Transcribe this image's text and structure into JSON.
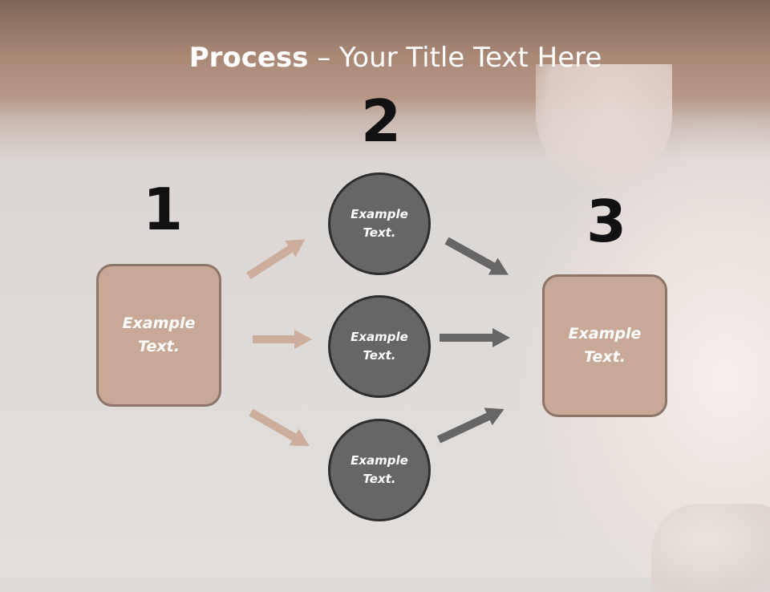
{
  "title": {
    "bold": "Process",
    "rest": " – Your Title Text Here"
  },
  "steps": {
    "one": "1",
    "two": "2",
    "three": "3"
  },
  "left_box": {
    "line1": "Example",
    "line2": "Text."
  },
  "circles": [
    {
      "line1": "Example",
      "line2": "Text."
    },
    {
      "line1": "Example",
      "line2": "Text."
    },
    {
      "line1": "Example",
      "line2": "Text."
    }
  ],
  "right_box": {
    "line1": "Example",
    "line2": "Text."
  },
  "colors": {
    "box_fill": "#c8a896",
    "box_border": "#8d7669",
    "circle_fill": "#666666",
    "circle_border": "#2e2e2e",
    "arrow_tan": "#cdae9c",
    "arrow_gray": "#666666",
    "header_band": "#a98876"
  }
}
